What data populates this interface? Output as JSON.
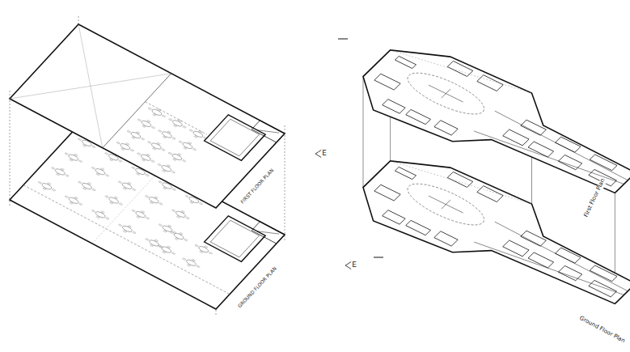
{
  "diagram": {
    "labels": [
      "FIRST FLOOR PLAN",
      "GROUND FLOOR PLAN",
      "First Floor Plan",
      "Ground Floor Plan",
      "E",
      "E"
    ]
  }
}
